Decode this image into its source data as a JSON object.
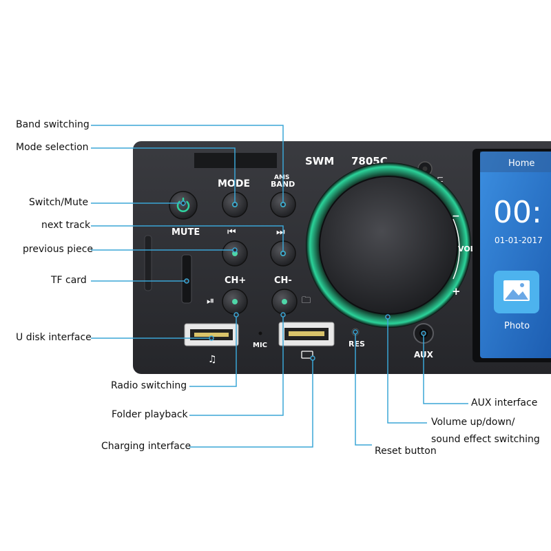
{
  "device": {
    "brand": "SWM",
    "model": "7805C",
    "buttons": {
      "mode": "MODE",
      "ams_band_line1": "AMS",
      "ams_band_line2": "BAND",
      "mute": "MUTE",
      "ch_plus": "CH+",
      "ch_minus": "CH-"
    },
    "ports": {
      "mic": "MIC",
      "res": "RES",
      "aux": "AUX"
    },
    "volume": {
      "vol": "VOL",
      "minus": "−",
      "plus": "+"
    },
    "screen": {
      "home": "Home",
      "time": "00:",
      "date": "01-01-2017",
      "photo": "Photo"
    }
  },
  "callouts": [
    "Band switching",
    "Mode selection",
    "Switch/Mute",
    "next track",
    "previous piece",
    "TF card",
    "U disk interface",
    "Radio switching",
    "Folder playback",
    "Charging interface",
    "AUX interface",
    "Volume up/down/",
    "sound effect switching",
    "Reset button"
  ],
  "colors": {
    "panel": "#2e2f33",
    "leader_line": "#3aa6d6",
    "button_led": "#4fd6a8",
    "screen_blue": "#2f7fd6"
  }
}
